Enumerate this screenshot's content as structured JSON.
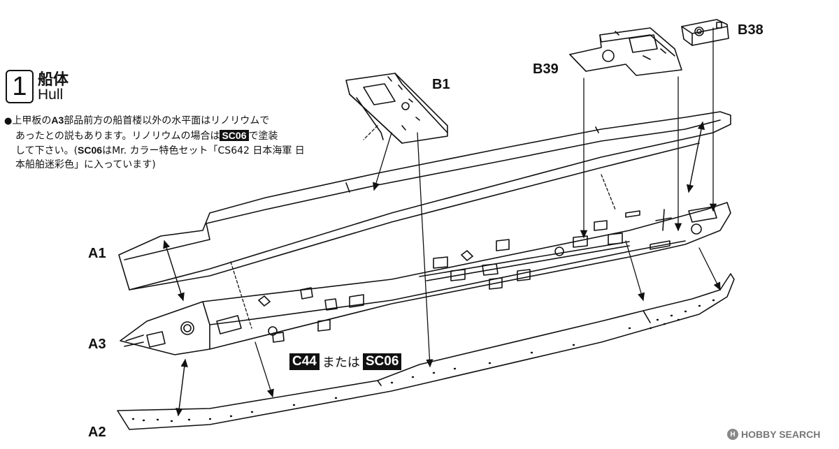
{
  "step": {
    "number": "1",
    "title_jp": "船体",
    "title_en": "Hull"
  },
  "note": {
    "bullet": "●",
    "line1_a": "上甲板の",
    "line1_part": "A3",
    "line1_b": "部品前方の船首楼以外の水平面はリノリウムで",
    "line2_a": "あったとの説もあります。リノリウムの場合は",
    "line2_code": "SC06",
    "line2_b": "で塗装",
    "line3_a": "して下さい。(",
    "line3_code": "SC06",
    "line3_b": "はMr. カラー特色セット「CS642 日本海軍 日",
    "line4": "本船舶迷彩色」に入っています)"
  },
  "parts": {
    "a1": "A1",
    "a2": "A2",
    "a3": "A3",
    "b1": "B1",
    "b38": "B38",
    "b39": "B39"
  },
  "color_callout": {
    "code1": "C44",
    "or": "または",
    "code2": "SC06"
  },
  "watermark": {
    "icon": "H",
    "text": "HOBBY SEARCH"
  }
}
